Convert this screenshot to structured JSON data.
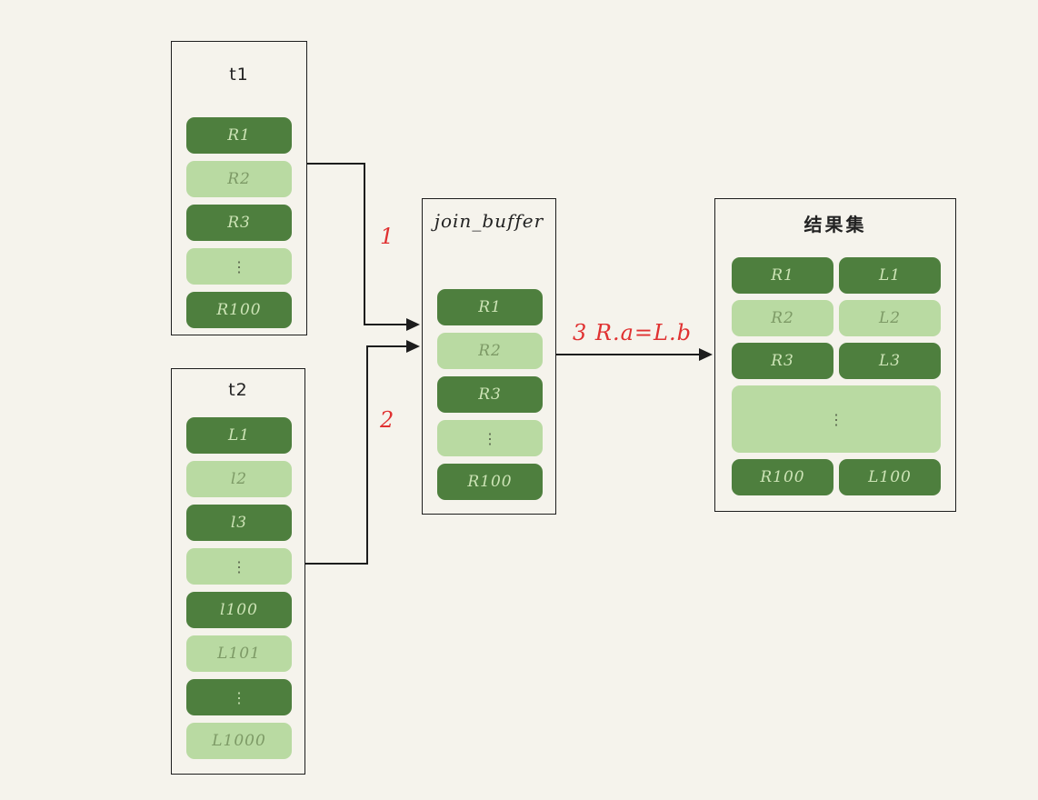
{
  "colors": {
    "background": "#f5f3ec",
    "border": "#1d1d1d",
    "dark_green": "#4e7f3e",
    "light_green": "#b9daa2",
    "dark_cell_text": "#cde4b6",
    "light_cell_text": "#7d9a66",
    "red": "#e03131"
  },
  "tables": {
    "t1": {
      "title": "t1",
      "rows": [
        {
          "label": "R1",
          "tone": "dark"
        },
        {
          "label": "R2",
          "tone": "light"
        },
        {
          "label": "R3",
          "tone": "dark"
        },
        {
          "label": "⋮",
          "tone": "light"
        },
        {
          "label": "R100",
          "tone": "dark"
        }
      ]
    },
    "t2": {
      "title": "t2",
      "rows": [
        {
          "label": "L1",
          "tone": "dark"
        },
        {
          "label": "l2",
          "tone": "light"
        },
        {
          "label": "l3",
          "tone": "dark"
        },
        {
          "label": "⋮",
          "tone": "light"
        },
        {
          "label": "l100",
          "tone": "dark"
        },
        {
          "label": "L101",
          "tone": "light"
        },
        {
          "label": "⋮",
          "tone": "dark"
        },
        {
          "label": "L1000",
          "tone": "light"
        }
      ]
    },
    "join_buffer": {
      "title": "join_buffer",
      "rows": [
        {
          "label": "R1",
          "tone": "dark"
        },
        {
          "label": "R2",
          "tone": "light"
        },
        {
          "label": "R3",
          "tone": "dark"
        },
        {
          "label": "⋮",
          "tone": "light"
        },
        {
          "label": "R100",
          "tone": "dark"
        }
      ]
    },
    "result": {
      "title": "结果集",
      "rows": [
        {
          "left": "R1",
          "right": "L1",
          "tone": "dark"
        },
        {
          "left": "R2",
          "right": "L2",
          "tone": "light"
        },
        {
          "left": "R3",
          "right": "L3",
          "tone": "dark"
        },
        {
          "dots": "⋮",
          "tone": "light"
        },
        {
          "left": "R100",
          "right": "L100",
          "tone": "dark"
        }
      ]
    }
  },
  "arrows": {
    "step1_label": "1",
    "step2_label": "2",
    "step3_label": "3  R.a=L.b"
  }
}
